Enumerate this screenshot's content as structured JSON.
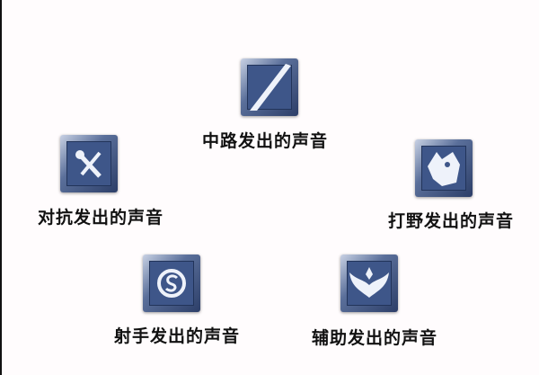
{
  "roles": [
    {
      "name": "mid",
      "icon": "sword-slash-icon",
      "label": "中路发出的声音"
    },
    {
      "name": "clash",
      "icon": "crossed-blades-icon",
      "label": "对抗发出的声音"
    },
    {
      "name": "jungle",
      "icon": "wolf-head-icon",
      "label": "打野发出的声音"
    },
    {
      "name": "marksman",
      "icon": "s-emblem-icon",
      "label": "射手发出的声音"
    },
    {
      "name": "support",
      "icon": "wings-icon",
      "label": "辅助发出的声音"
    }
  ]
}
